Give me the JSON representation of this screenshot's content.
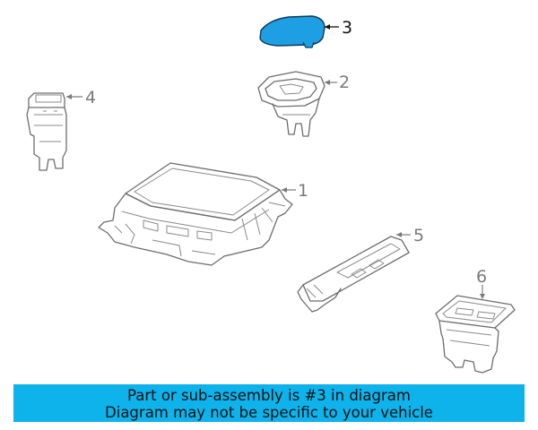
{
  "colors": {
    "highlight": "#1f9fe3",
    "highlight_stroke": "#0a3a57",
    "line": "#6d6d6d",
    "callout_active": "#111111",
    "callout_inactive": "#7a7a7a",
    "banner_bg": "#0eb3ec",
    "banner_text": "#111111"
  },
  "callouts": [
    {
      "id": "1",
      "label": "1"
    },
    {
      "id": "2",
      "label": "2"
    },
    {
      "id": "3",
      "label": "3",
      "highlighted": true
    },
    {
      "id": "4",
      "label": "4"
    },
    {
      "id": "5",
      "label": "5"
    },
    {
      "id": "6",
      "label": "6"
    }
  ],
  "banner": {
    "line1": "Part or sub-assembly is #3 in diagram",
    "line2": "Diagram may not be specific to your vehicle"
  }
}
